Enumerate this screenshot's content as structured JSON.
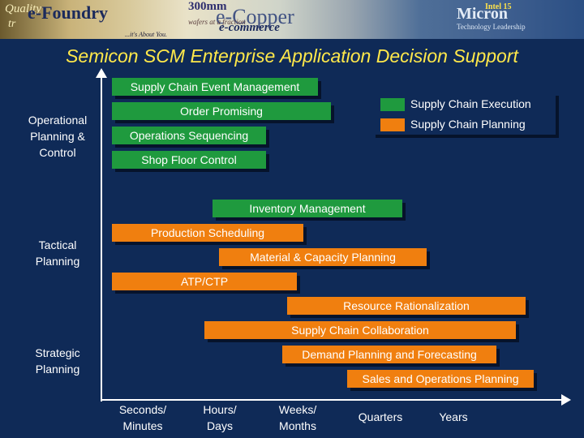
{
  "banner": {
    "left_script": "Quality",
    "left_brand": "e-Foundry",
    "left_script2": "tr",
    "wafer_text": "300mm",
    "center_brand": "e-Copper",
    "center_small": "wafers at a fraction",
    "center_sub": "e-commerce",
    "tagline": "...it's About You.",
    "right_brand": "Micron",
    "right_sub": "Technology Leadership",
    "right_badge": "Intel 15"
  },
  "title": "Semicon SCM Enterprise Application Decision Support",
  "y_axis": {
    "operational": "Operational\nPlanning &\nControl",
    "tactical": "Tactical\nPlanning",
    "strategic": "Strategic\nPlanning"
  },
  "x_axis": {
    "ticks": [
      "Seconds/\nMinutes",
      "Hours/\nDays",
      "Weeks/\nMonths",
      "Quarters",
      "Years"
    ]
  },
  "legend": {
    "execution": "Supply Chain Execution",
    "planning": "Supply Chain Planning"
  },
  "colors": {
    "execution": "#1f9a3e",
    "planning": "#f07f0f",
    "background": "#0f2a57",
    "title": "#ffe84a"
  },
  "bars": [
    {
      "label": "Supply Chain Event Management",
      "kind": "execution"
    },
    {
      "label": "Order Promising",
      "kind": "execution"
    },
    {
      "label": "Operations Sequencing",
      "kind": "execution"
    },
    {
      "label": "Shop Floor Control",
      "kind": "execution"
    },
    {
      "label": "Inventory Management",
      "kind": "execution"
    },
    {
      "label": "Production Scheduling",
      "kind": "planning"
    },
    {
      "label": "Material & Capacity Planning",
      "kind": "planning"
    },
    {
      "label": "ATP/CTP",
      "kind": "planning"
    },
    {
      "label": "Resource Rationalization",
      "kind": "planning"
    },
    {
      "label": "Supply Chain Collaboration",
      "kind": "planning"
    },
    {
      "label": "Demand Planning and Forecasting",
      "kind": "planning"
    },
    {
      "label": "Sales and Operations Planning",
      "kind": "planning"
    }
  ]
}
